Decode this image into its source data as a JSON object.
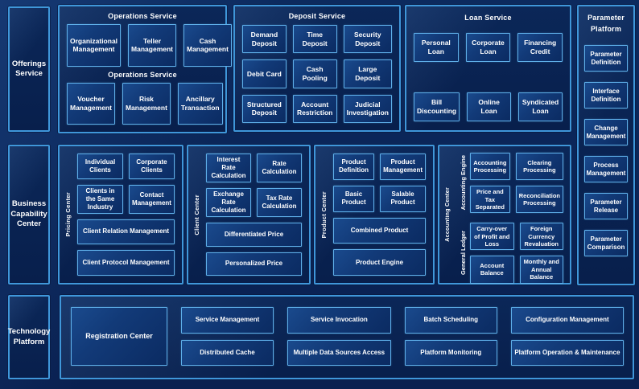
{
  "left_rail": {
    "offerings": "Offerings Service",
    "business": "Business Capability Center",
    "technology": "Technology Platform"
  },
  "operations": {
    "title": "Operations Service",
    "subtitle": "Operations Service",
    "row1": [
      "Organizational Management",
      "Teller Management",
      "Cash Management"
    ],
    "row2": [
      "Voucher Management",
      "Risk Management",
      "Ancillary Transaction"
    ]
  },
  "deposit": {
    "title": "Deposit Service",
    "items": [
      "Demand Deposit",
      "Time Deposit",
      "Security Deposit",
      "Debit Card",
      "Cash Pooling",
      "Large Deposit",
      "Structured Deposit",
      "Account Restriction",
      "Judicial Investigation"
    ]
  },
  "loan": {
    "title": "Loan Service",
    "row1": [
      "Personal Loan",
      "Corporate Loan",
      "Financing Credit"
    ],
    "row2": [
      "Bill Discounting",
      "Online Loan",
      "Syndicated Loan"
    ]
  },
  "parameter": {
    "title_line1": "Parameter",
    "title_line2": "Platform",
    "items": [
      "Parameter Definition",
      "Interface Definition",
      "Change Management",
      "Process Management",
      "Parameter Release",
      "Parameter Comparison"
    ]
  },
  "centers": {
    "pricing": {
      "label": "Pricing Center",
      "small": [
        "Individual Clients",
        "Corporate Clients",
        "Clients in the Same Industry",
        "Contact Management"
      ],
      "wide": [
        "Client Relation Management",
        "Client Protocol Management"
      ]
    },
    "client": {
      "label": "Client Center",
      "small": [
        "Interest Rate Calculation",
        "Rate Calculation",
        "Exchange Rate Calculation",
        "Tax Rate Calculation"
      ],
      "wide": [
        "Differentiated Price",
        "Personalized Price"
      ]
    },
    "product": {
      "label": "Product Center",
      "small": [
        "Product Definition",
        "Product Management",
        "Basic Product",
        "Salable Product"
      ],
      "wide": [
        "Combined Product",
        "Product Engine"
      ]
    }
  },
  "accounting": {
    "label": "Accounting Center",
    "engine_label": "Accounting Engine",
    "ledger_label": "General  Ledger",
    "engine_items": [
      "Accounting Processing",
      "Clearing Processing",
      "Price and Tax Separated",
      "Reconciliation Processing"
    ],
    "ledger_items": [
      "Carry-over of Profit and Loss",
      "Foreign Currency Revaluation",
      "Account Balance",
      "Monthly and Annual Balance"
    ]
  },
  "platform": {
    "registration": "Registration Center",
    "columns": [
      [
        "Service Management",
        "Distributed Cache"
      ],
      [
        "Service Invocation",
        "Multiple Data Sources Access"
      ],
      [
        "Batch Scheduling",
        "Platform Monitoring"
      ],
      [
        "Configuration Management",
        "Platform Operation & Maintenance"
      ]
    ]
  },
  "colors": {
    "background": "#0a2453",
    "panel_border": "#3f97da",
    "box_border": "#5fb0ea",
    "box_fill": "#123a78",
    "text": "#ffffff"
  }
}
